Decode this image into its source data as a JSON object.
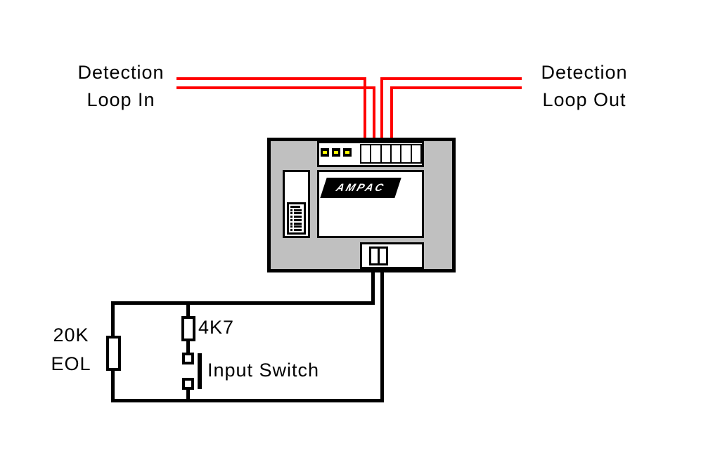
{
  "labels": {
    "loop_in": {
      "line1": "Detection",
      "line2": "Loop In"
    },
    "loop_out": {
      "line1": "Detection",
      "line2": "Loop Out"
    },
    "eol": {
      "line1": "20K",
      "line2": "EOL"
    },
    "series_resistor": "4K7",
    "input_switch": "Input Switch"
  },
  "device": {
    "brand": "AMPAC",
    "led_count": 3,
    "loop_terminal_cells": 6,
    "dip_rows": 8,
    "input_terminal_cells": 2
  },
  "colors": {
    "loop_wire": "#ff0000",
    "circuit_wire": "#000000",
    "device_body": "#c0c0c0",
    "led_on": "#ffff00",
    "background": "#ffffff"
  }
}
